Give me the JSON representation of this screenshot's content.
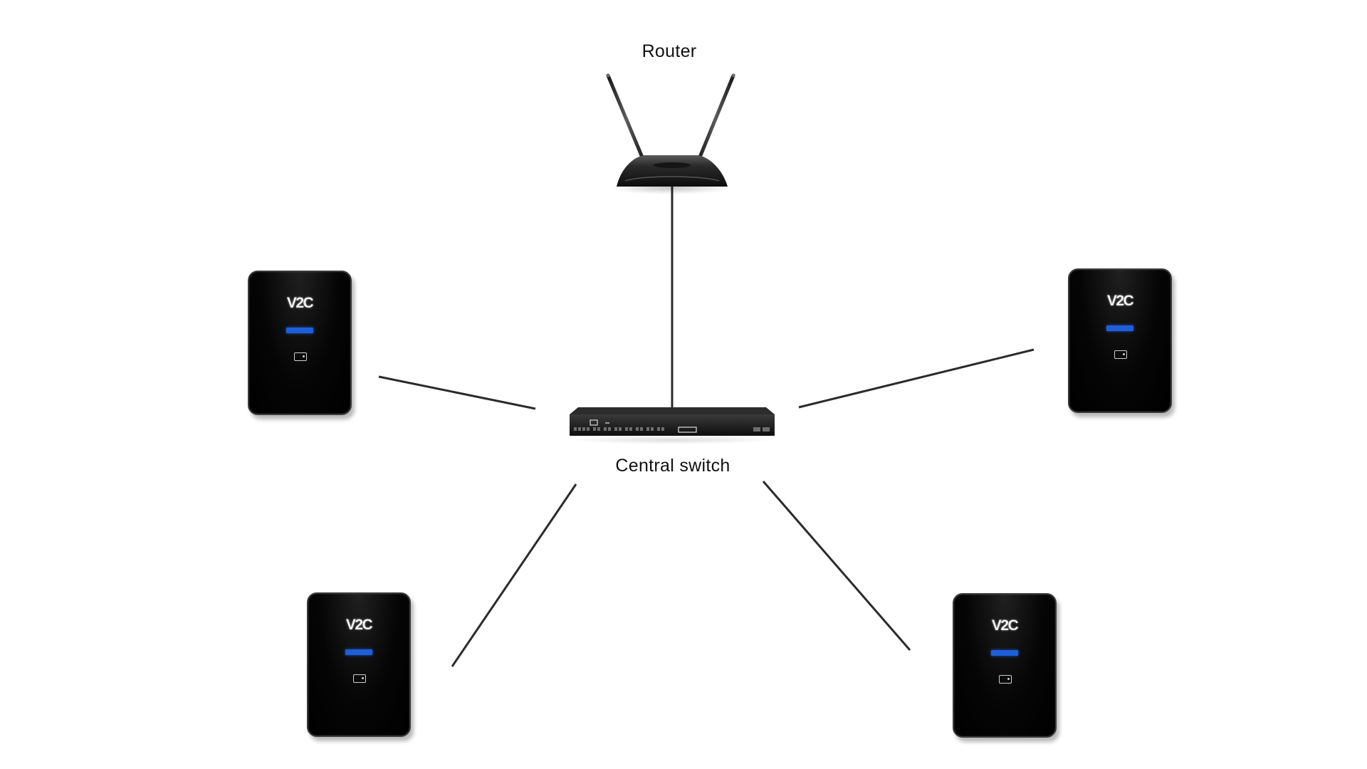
{
  "diagram": {
    "nodes": [
      {
        "id": "router",
        "label": "Router",
        "kind": "router"
      },
      {
        "id": "switch",
        "label": "Central switch",
        "kind": "switch"
      },
      {
        "id": "charger-1",
        "label": "",
        "kind": "charger",
        "logo": "V2C"
      },
      {
        "id": "charger-2",
        "label": "",
        "kind": "charger",
        "logo": "V2C"
      },
      {
        "id": "charger-3",
        "label": "",
        "kind": "charger",
        "logo": "V2C"
      },
      {
        "id": "charger-4",
        "label": "",
        "kind": "charger",
        "logo": "V2C"
      }
    ],
    "edges": [
      {
        "from": "router",
        "to": "switch"
      },
      {
        "from": "charger-1",
        "to": "switch"
      },
      {
        "from": "charger-2",
        "to": "switch"
      },
      {
        "from": "charger-3",
        "to": "switch"
      },
      {
        "from": "charger-4",
        "to": "switch"
      }
    ]
  },
  "labels": {
    "router": "Router",
    "central_switch": "Central switch"
  },
  "chargers": [
    {
      "logo": "V2C"
    },
    {
      "logo": "V2C"
    },
    {
      "logo": "V2C"
    },
    {
      "logo": "V2C"
    }
  ],
  "colors": {
    "background": "#ffffff",
    "connector": "#2b2b2b",
    "device_body": "#050505",
    "screen": "#1d5fd8"
  },
  "icons": [
    "router-icon",
    "network-switch-icon",
    "ev-charger-icon"
  ]
}
